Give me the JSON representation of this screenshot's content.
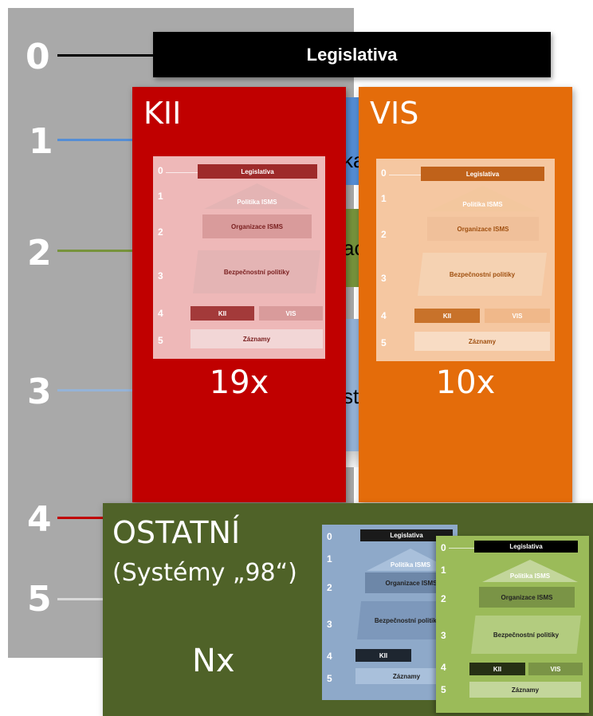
{
  "levels": [
    "0",
    "1",
    "2",
    "3",
    "4",
    "5"
  ],
  "legislativa_bar": "Legislativa",
  "behind_fragments": {
    "level1": "ka",
    "level2": "ac",
    "level3": "st"
  },
  "cards": {
    "kii": {
      "title": "KII",
      "count": "19x"
    },
    "vis": {
      "title": "VIS",
      "count": "10x"
    },
    "ostatni": {
      "title": "OSTATNÍ",
      "subtitle": "(Systémy „98“)",
      "count": "Nx"
    }
  },
  "thumbnail": {
    "legislativa": "Legislativa",
    "politika": "Politika ISMS",
    "organizace": "Organizace ISMS",
    "bezpecnostni": "Bezpečnostní politiky",
    "kii": "KII",
    "vis": "VIS",
    "zaznamy": "Záznamy",
    "nums": [
      "0",
      "1",
      "2",
      "3",
      "4",
      "5"
    ]
  },
  "colors": {
    "gray_panel": "#a9a9a9",
    "kii_red": "#c00000",
    "vis_orange": "#e46c0a",
    "ostatni_green": "#4f6228",
    "level1_blue": "#558ed5",
    "level2_green": "#77933c",
    "level3_lightblue": "#95b3d7",
    "level4_red": "#c00000",
    "level5_gray": "#d9d9d9"
  }
}
